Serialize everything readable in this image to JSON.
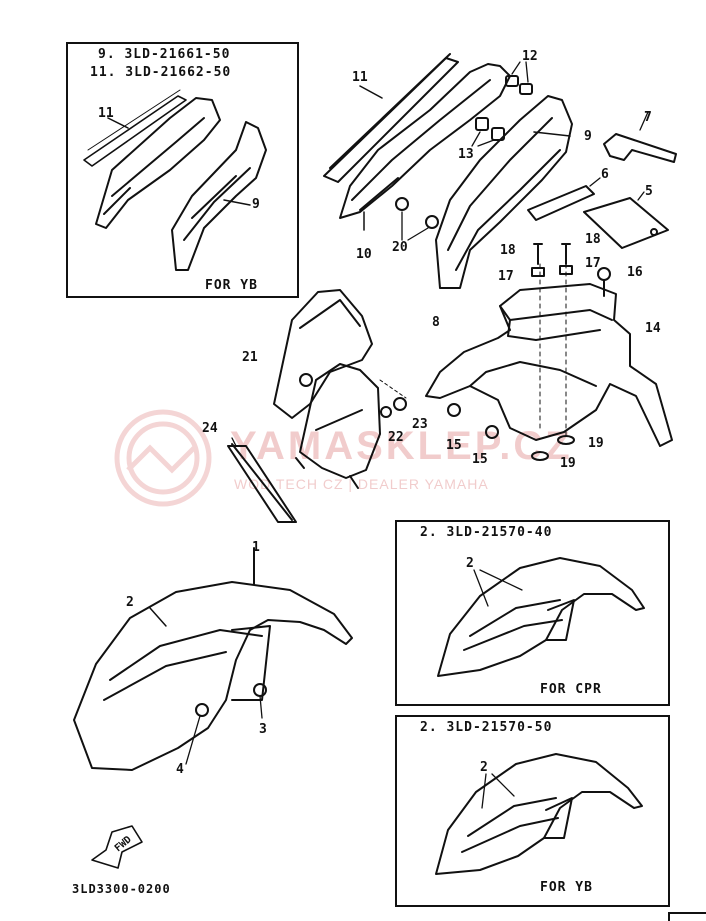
{
  "inset_top": {
    "line1": "9. 3LD-21661-50",
    "line2": "11. 3LD-21662-50",
    "variant": "FOR YB"
  },
  "inset_cpr": {
    "title": "2. 3LD-21570-40",
    "variant": "FOR CPR"
  },
  "inset_yb": {
    "title": "2. 3LD-21570-50",
    "variant": "FOR YB"
  },
  "callouts": {
    "c1": "1",
    "c2": "2",
    "c3": "3",
    "c4": "4",
    "c5": "5",
    "c6": "6",
    "c7": "7",
    "c8": "8",
    "c9": "9",
    "c10": "10",
    "c11": "11",
    "c12": "12",
    "c13": "13",
    "c14": "14",
    "c15": "15",
    "c16": "16",
    "c17": "17",
    "c18": "18",
    "c19": "19",
    "c20": "20",
    "c21": "21",
    "c22": "22",
    "c23": "23",
    "c24": "24"
  },
  "inset_callouts": {
    "i11": "11",
    "i9": "9",
    "cpr2": "2",
    "yb2": "2"
  },
  "watermark": {
    "main": "YAMASKLEP.CZ",
    "sub": "WOD TECH CZ | DEALER YAMAHA"
  },
  "fwd_label": "FWD",
  "document_number": "3LD3300-0200"
}
